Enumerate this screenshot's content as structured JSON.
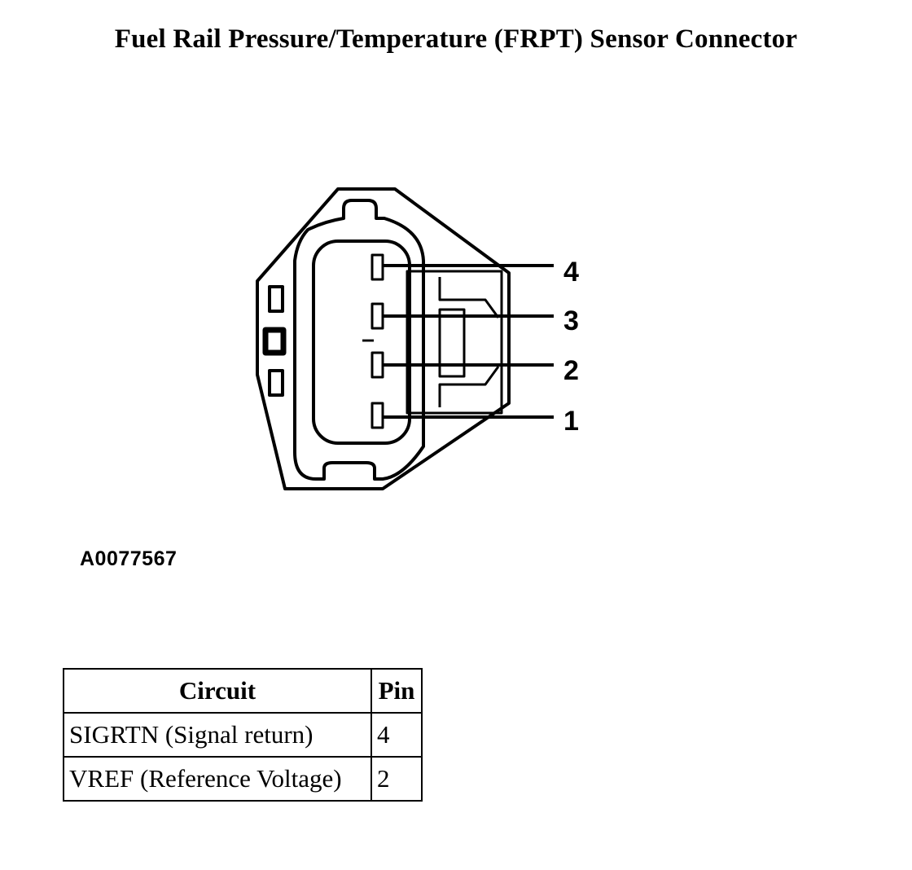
{
  "title": "Fuel Rail Pressure/Temperature (FRPT) Sensor Connector",
  "figure_id": "A0077567",
  "diagram": {
    "pin_labels": [
      "4",
      "3",
      "2",
      "1"
    ],
    "key_mark": "I"
  },
  "table": {
    "headers": {
      "circuit": "Circuit",
      "pin": "Pin"
    },
    "rows": [
      {
        "circuit": "SIGRTN (Signal return)",
        "pin": "4"
      },
      {
        "circuit": "VREF (Reference Voltage)",
        "pin": "2"
      }
    ]
  }
}
